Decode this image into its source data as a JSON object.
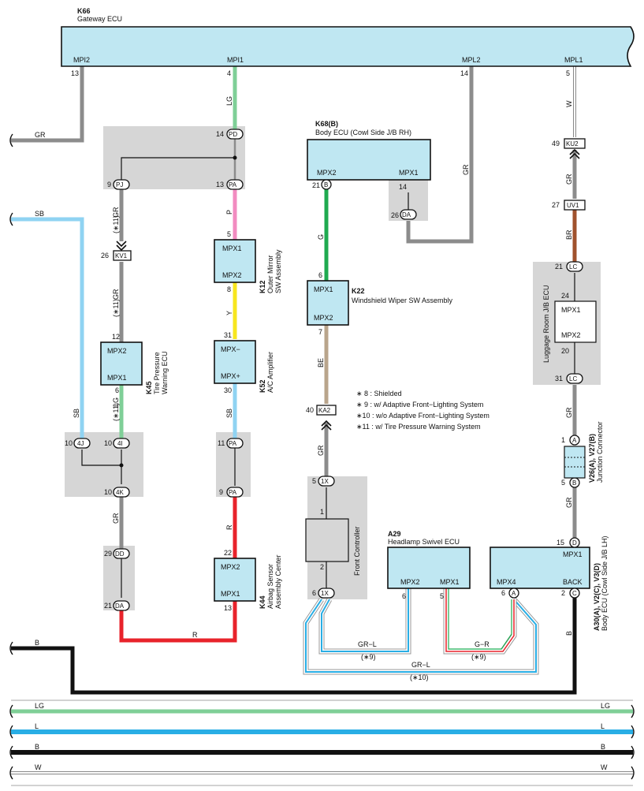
{
  "gateway": {
    "code": "K66",
    "name": "Gateway ECU",
    "pins": {
      "mpi2": "MPI2",
      "mpi1": "MPI1",
      "mpl2": "MPL2",
      "mpl1": "MPL1"
    },
    "pin_numbers": {
      "mpi2": "13",
      "mpi1": "4",
      "mpl2": "14",
      "mpl1": "5"
    }
  },
  "body_ecu_rh": {
    "code": "K68(B)",
    "name": "Body ECU (Cowl Side J/B RH)",
    "mpx2": "MPX2",
    "mpx1": "MPX1",
    "pin_b": "21",
    "pin_b_label": "B",
    "pin_14": "14",
    "pin_26": "26",
    "da": "DA"
  },
  "outer_mirror": {
    "code": "K12",
    "name1": "Outer Mirror",
    "name2": "SW Assembly",
    "mpx1": "MPX1",
    "mpx2": "MPX2",
    "pin_top": "5",
    "pin_bot": "8"
  },
  "ac_amp": {
    "code": "K52",
    "name": "A/C Amplifier",
    "mpxm": "MPX−",
    "mpxp": "MPX+",
    "pin_top": "31",
    "pin_bot": "30"
  },
  "tire_ecu": {
    "code": "K45",
    "name1": "Tire Pressure",
    "name2": "Warning ECU",
    "mpx2": "MPX2",
    "mpx1": "MPX1",
    "pin_top": "12",
    "pin_bot": "6"
  },
  "airbag": {
    "code": "K44",
    "name1": "Airbag Sensor",
    "name2": "Assembly Center",
    "mpx2": "MPX2",
    "mpx1": "MPX1",
    "pin_top": "22",
    "pin_bot": "13"
  },
  "wiper": {
    "code": "K22",
    "name": "Windshield Wiper SW Assembly",
    "mpx1": "MPX1",
    "mpx2": "MPX2",
    "pin_top": "6",
    "pin_bot": "7"
  },
  "luggage": {
    "name": "Luggage Room J/B ECU",
    "mpx1": "MPX1",
    "mpx2": "MPX2",
    "pin_top": "24",
    "pin_bot": "20"
  },
  "junction": {
    "code": "V26(A), V27(B)",
    "name": "Junction Connector",
    "a": "A",
    "b": "B",
    "pin_a": "1",
    "pin_b": "5"
  },
  "front_ctrl": {
    "name": "Front Controller",
    "pin_top": "1",
    "pin_bot": "2"
  },
  "headlamp": {
    "code": "A29",
    "name": "Headlamp Swivel ECU",
    "mpx2": "MPX2",
    "mpx1": "MPX1",
    "pin6": "6",
    "pin5": "5"
  },
  "body_ecu_lh": {
    "code": "A30(A), V2(C), V3(D)",
    "name": "Body ECU (Cowl Side J/B LH)",
    "mpx1": "MPX1",
    "mpx4": "MPX4",
    "back": "BACK",
    "pin15": "15",
    "pin6": "6",
    "pin2": "2",
    "d": "D",
    "a": "A",
    "c": "C"
  },
  "connectors": {
    "pd": "PD",
    "pa": "PA",
    "pj": "PJ",
    "kv1": "KV1",
    "k4j": "4J",
    "k4i": "4I",
    "k4k": "4K",
    "dd": "DD",
    "da": "DA",
    "pa2": "PA",
    "pa3": "PA",
    "ku2": "KU2",
    "uv1": "UV1",
    "lc": "LC",
    "lc2": "LC",
    "ka2": "KA2",
    "x1": "1X",
    "x2": "1X",
    "n14": "14",
    "n13": "13",
    "n9": "9",
    "n26": "26",
    "n10a": "10",
    "n10b": "10",
    "n10c": "10",
    "n29": "29",
    "n21": "21",
    "n11": "11",
    "n9b": "9",
    "n49": "49",
    "n27": "27",
    "n21b": "21",
    "n31": "31",
    "n40": "40",
    "n5": "5",
    "n6": "6"
  },
  "wire_labels": {
    "gr": "GR",
    "lg": "LG",
    "sb": "SB",
    "p": "P",
    "y": "Y",
    "r": "R",
    "g": "G",
    "be": "BE",
    "br": "BR",
    "w": "W",
    "b": "B",
    "l": "L",
    "grl": "GR−L",
    "gr_r": "G−R",
    "s11": "(∗11)",
    "s9": "(∗9)",
    "s10": "(∗10)"
  },
  "notes": [
    "∗ 8 : Shielded",
    "∗ 9 : w/ Adaptive Front−Lighting System",
    "∗10 : w/o Adaptive Front−Lighting System",
    "∗11 : w/ Tire Pressure Warning System"
  ],
  "colors": {
    "ecu": "#bfe7f2",
    "gray_wire": "#8c8c8c",
    "lg": "#7fcf97",
    "sb": "#8fd3f2",
    "pink": "#f28bc0",
    "yellow": "#f7e61e",
    "red": "#e8232b",
    "green": "#1faa50",
    "beige": "#b9a58c",
    "brown": "#a0522d",
    "blue": "#29aee5",
    "black": "#111111"
  }
}
